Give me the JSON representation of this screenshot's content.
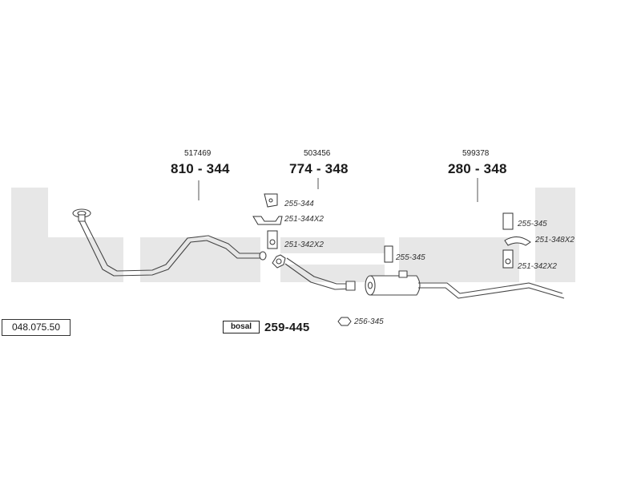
{
  "watermark": "bosal",
  "diagram_code": "048.075.50",
  "parts": [
    {
      "oem": "517469",
      "part_number": "810 - 344"
    },
    {
      "oem": "503456",
      "part_number": "774 - 348"
    },
    {
      "oem": "599378",
      "part_number": "280 - 348"
    }
  ],
  "fittings": [
    "255-344",
    "251-344X2",
    "251-342X2",
    "255-345",
    "256-345",
    "255-345",
    "251-348X2",
    "251-342X2"
  ],
  "kit": {
    "label": "bosal",
    "part_number": "259-445"
  },
  "colors": {
    "watermark": "#e7e7e7",
    "line": "#444444",
    "text": "#1a1a1a"
  }
}
